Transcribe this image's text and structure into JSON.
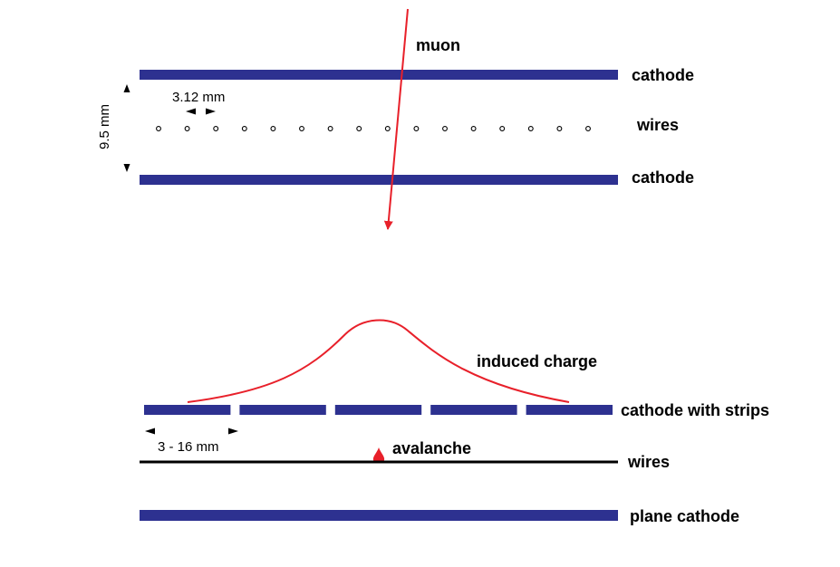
{
  "colors": {
    "electrode": "#2d3190",
    "track": "#e8202a",
    "wire": "#000000"
  },
  "top": {
    "muon_label": "muon",
    "cathode_top_label": "cathode",
    "wires_label": "wires",
    "cathode_bottom_label": "cathode",
    "wire_pitch_label": "3.12 mm",
    "gap_label": "9.5 mm",
    "wire_count": 16
  },
  "bottom": {
    "induced_charge_label": "induced charge",
    "strips_label": "cathode with strips",
    "strip_width_label": "3 - 16 mm",
    "avalanche_label": "avalanche",
    "wires_label": "wires",
    "plane_cathode_label": "plane cathode",
    "strip_count": 5
  }
}
